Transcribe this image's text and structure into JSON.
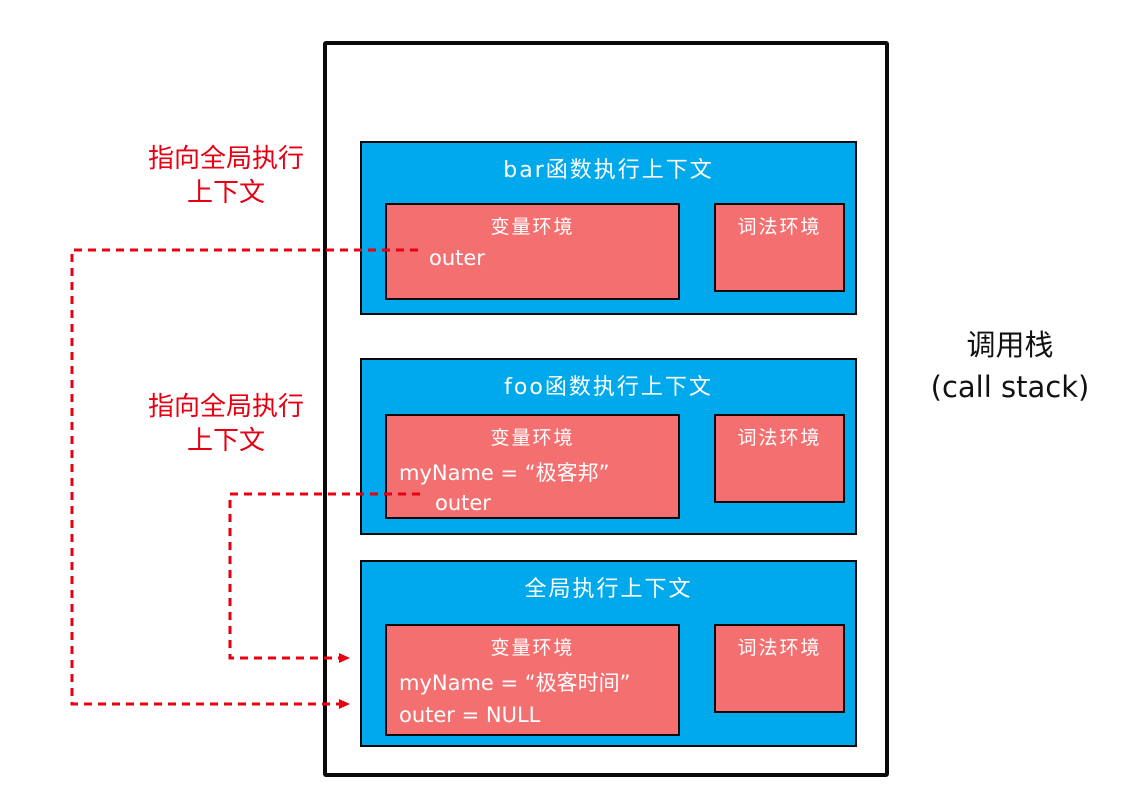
{
  "diagram": {
    "stack_label": {
      "line1": "调用栈",
      "line2": "(call stack)"
    },
    "pointer_labels": [
      {
        "line1": "指向全局执行",
        "line2": "上下文"
      },
      {
        "line1": "指向全局执行",
        "line2": "上下文"
      }
    ],
    "contexts": [
      {
        "title": "bar函数执行上下文",
        "variable_env": {
          "title": "变量环境",
          "lines": [
            "outer"
          ]
        },
        "lexical_env": {
          "title": "词法环境"
        }
      },
      {
        "title": "foo函数执行上下文",
        "variable_env": {
          "title": "变量环境",
          "lines": [
            "myName = “极客邦”",
            "outer"
          ]
        },
        "lexical_env": {
          "title": "词法环境"
        }
      },
      {
        "title": "全局执行上下文",
        "variable_env": {
          "title": "变量环境",
          "lines": [
            "myName = “极客时间”",
            "outer = NULL"
          ]
        },
        "lexical_env": {
          "title": "词法环境"
        }
      }
    ],
    "colors": {
      "context_background": "#00a8ec",
      "environment_background": "#f47070",
      "arrow_red": "#e60012"
    }
  }
}
